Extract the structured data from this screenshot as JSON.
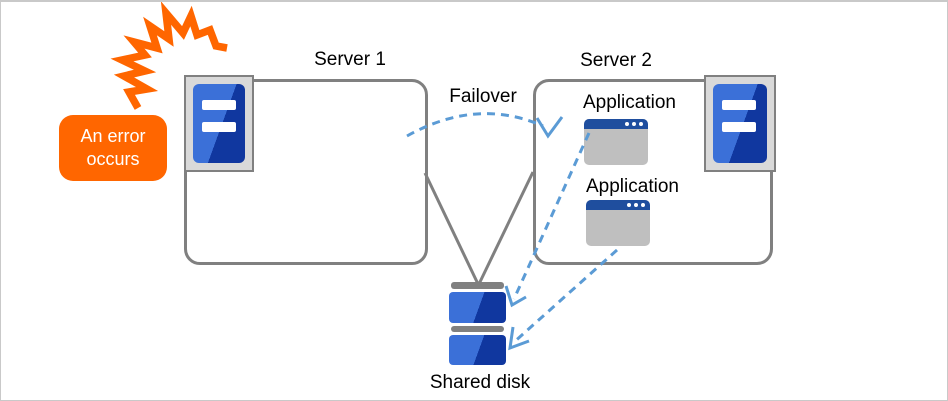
{
  "colors": {
    "orange": "#FF6600",
    "border_gray": "#808080",
    "frame_gray": "#D9D9D9",
    "window_gray": "#BFBFBF",
    "titlebar_navy": "#1F4E9E",
    "blue_light": "#3B70D8",
    "blue_dark": "#10379F",
    "dash_blue": "#5B9BD5"
  },
  "error_badge": {
    "line1": "An error",
    "line2": "occurs"
  },
  "servers": [
    {
      "label": "Server 1"
    },
    {
      "label": "Server 2"
    }
  ],
  "failover": {
    "label": "Failover"
  },
  "applications": [
    {
      "label": "Application"
    },
    {
      "label": "Application"
    }
  ],
  "shared_disk": {
    "label": "Shared disk"
  }
}
